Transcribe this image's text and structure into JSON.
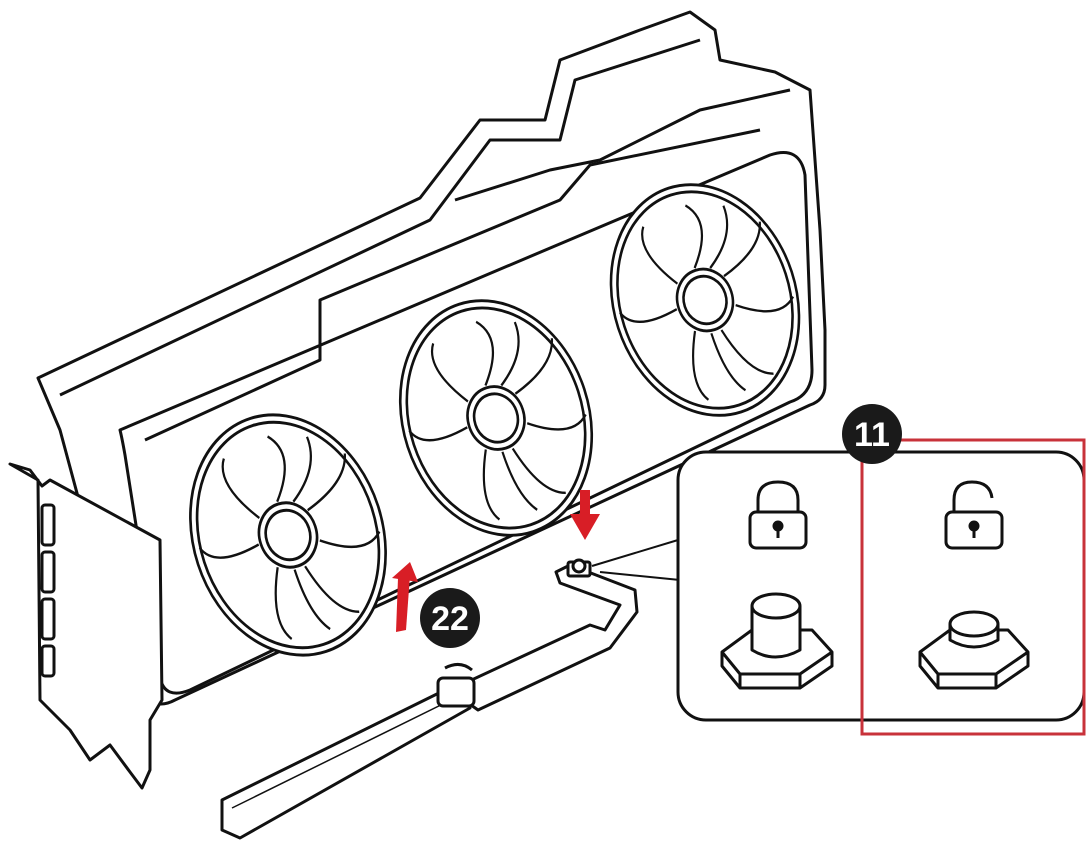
{
  "steps": [
    {
      "number": "11"
    },
    {
      "number": "22"
    }
  ],
  "colors": {
    "line": "#111111",
    "arrow": "#d81e26",
    "highlight": "#c8323a",
    "badge": "#1a1a1a",
    "fill": "#ffffff"
  },
  "icons": {
    "locked": "padlock-closed-icon",
    "unlocked": "padlock-open-icon",
    "pressed_button": "latch-button-pressed",
    "released_button": "latch-button-released"
  }
}
